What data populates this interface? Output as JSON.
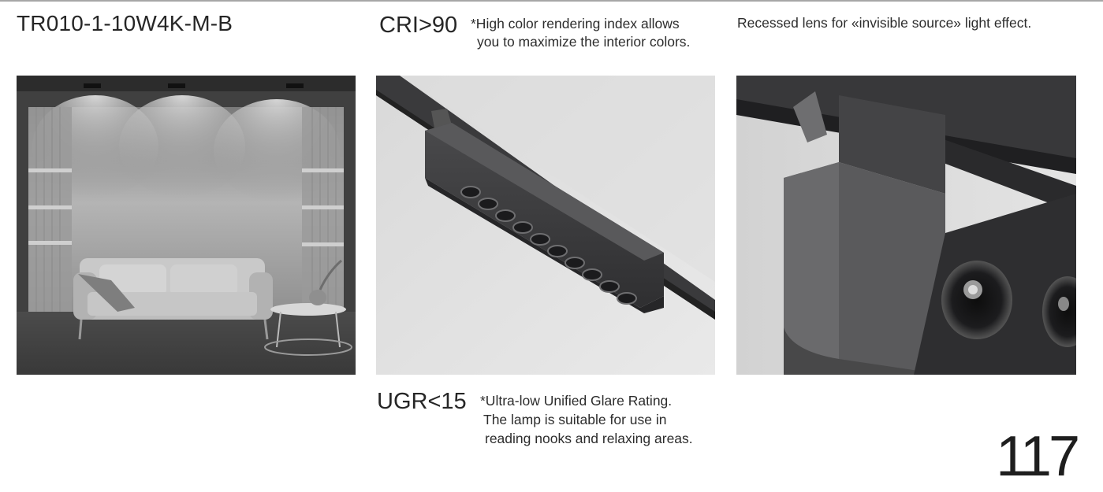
{
  "product": {
    "model_code": "TR010-1-10W4K-M-B"
  },
  "cri": {
    "label": "CRI>90",
    "description_lines": [
      "*High color rendering index allows",
      "you to maximize the interior colors."
    ]
  },
  "lens": {
    "text": "Recessed lens for «invisible source» light effect."
  },
  "ugr": {
    "label": "UGR<15",
    "description_lines": [
      "*Ultra-low Unified Glare Rating.",
      "The lamp is suitable for use in",
      "reading nooks and relaxing areas."
    ]
  },
  "page": {
    "number": "117"
  },
  "colors": {
    "text": "#2a2a2a",
    "rule": "#a7a7a7",
    "fixture": "#3f3f41",
    "background": "#ffffff"
  },
  "images": [
    {
      "subject": "living room interior with track lights",
      "style": "grayscale"
    },
    {
      "subject": "magnetic track fixture with ten lenses",
      "style": "grayscale"
    },
    {
      "subject": "close-up of recessed lens",
      "style": "grayscale"
    }
  ]
}
